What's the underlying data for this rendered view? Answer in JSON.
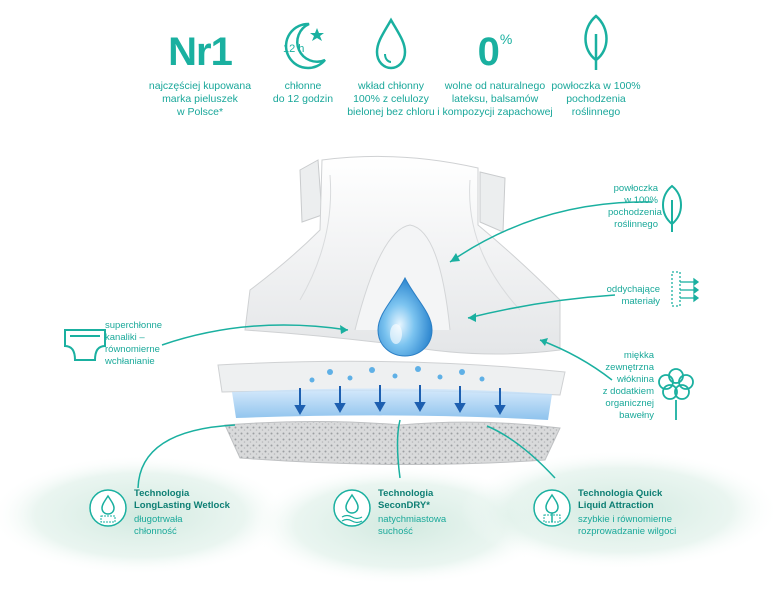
{
  "features": [
    {
      "icon": "nr1-icon",
      "badge": "Nr1",
      "text": "najczęściej kupowana\nmarka pieluszek\nw Polsce*"
    },
    {
      "icon": "moon-12h-icon",
      "badge": "12 h",
      "text": "chłonne\ndo 12 godzin"
    },
    {
      "icon": "droplet-icon",
      "text": "wkład chłonny\n100% z celulozy\nbielonej bez chloru"
    },
    {
      "icon": "zero-percent-icon",
      "badge": "0",
      "badge_suffix": "%",
      "text": "wolne od naturalnego\nlateksu, balsamów\ni kompozycji zapachowej"
    },
    {
      "icon": "leaf-icon",
      "text": "powłoczka w 100%\npochodzenia\nroślinnego"
    }
  ],
  "callouts": {
    "channels": "superchłonne\nkanaliki –\nrównomierne\nwchłanianie",
    "coating": "powłoczka\nw 100%\npochodzenia\nroślinnego",
    "breathable": "oddychające\nmateriały",
    "soft_outer": "miękka\nzewnętrzna\nwłóknina\nz dodatkiem\norganicznej\nbawełny"
  },
  "technologies": [
    {
      "icon": "wetlock-icon",
      "title": "Technologia\nLongLasting Wetlock",
      "desc": "długotrwała\nchłonność"
    },
    {
      "icon": "secondry-icon",
      "title": "Technologia\nSeconDRY*",
      "desc": "natychmiastowa\nsuchość"
    },
    {
      "icon": "liquid-attraction-icon",
      "title": "Technologia Quick\nLiquid Attraction",
      "desc": "szybkie i równomierne\nrozprowadzanie wilgoci"
    }
  ],
  "colors": {
    "accent": "#1ab0a0",
    "dark_accent": "#0e7f74",
    "mist": "#cfe8de",
    "drop_blue": "#4aa8e0"
  }
}
